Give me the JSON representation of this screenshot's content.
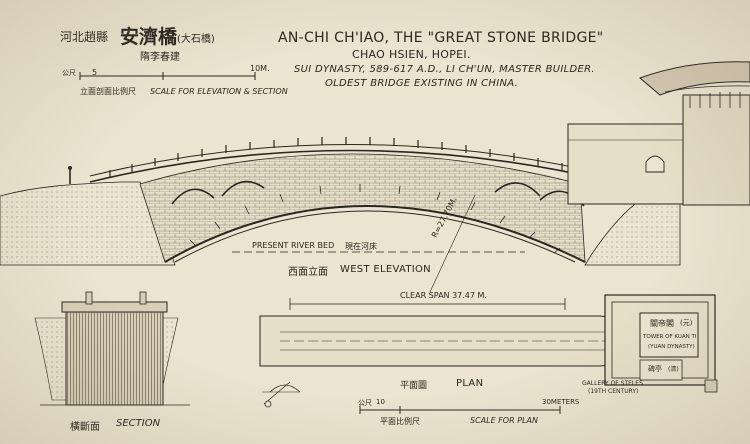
{
  "colors": {
    "paper": "#ece4d0",
    "ink": "#2a2620",
    "hatch": "#5a5246"
  },
  "header": {
    "zh_location": "河北趙縣",
    "zh_name": "安濟橋",
    "zh_alt": "(大石橋)",
    "zh_era": "隋李春建",
    "title_line1": "AN-CHI CH'IAO, THE \"GREAT STONE BRIDGE\"",
    "title_line2": "CHAO HSIEN, HOPEI.",
    "title_line3": "SUI DYNASTY, 589-617 A.D., LI CH'UN, MASTER BUILDER.",
    "title_line4": "OLDEST BRIDGE EXISTING IN CHINA."
  },
  "elevation_scale": {
    "left_label": "公尺",
    "start": "5",
    "end": "10M.",
    "zh_caption": "立面剖面比例尺",
    "en_caption": "SCALE FOR ELEVATION & SECTION"
  },
  "elevation": {
    "river_bed_label": "PRESENT RIVER BED",
    "river_bed_zh": "現在河床",
    "radius_label": "R=27.70M.",
    "zh_title": "西面立面",
    "en_title": "WEST ELEVATION"
  },
  "section": {
    "zh_title": "橫斷面",
    "en_title": "SECTION"
  },
  "plan": {
    "span_label": "CLEAR SPAN 37.47 M.",
    "zh_title": "平面圖",
    "en_title": "PLAN",
    "temple_zh": "關帝閣",
    "temple_zh_note": "(元)",
    "temple_en": "TOWER OF KUAN TI",
    "temple_dynasty": "(YUAN DYNASTY)",
    "stele_zh": "碑亭",
    "stele_zh_note": "(清)",
    "gallery_label": "GALLERY OF STELES",
    "gallery_note": "(19TH CENTURY)"
  },
  "plan_scale": {
    "left_label": "公尺",
    "start": "10",
    "end": "30METERS",
    "zh_caption": "平面比例尺",
    "en_caption": "SCALE FOR PLAN"
  }
}
